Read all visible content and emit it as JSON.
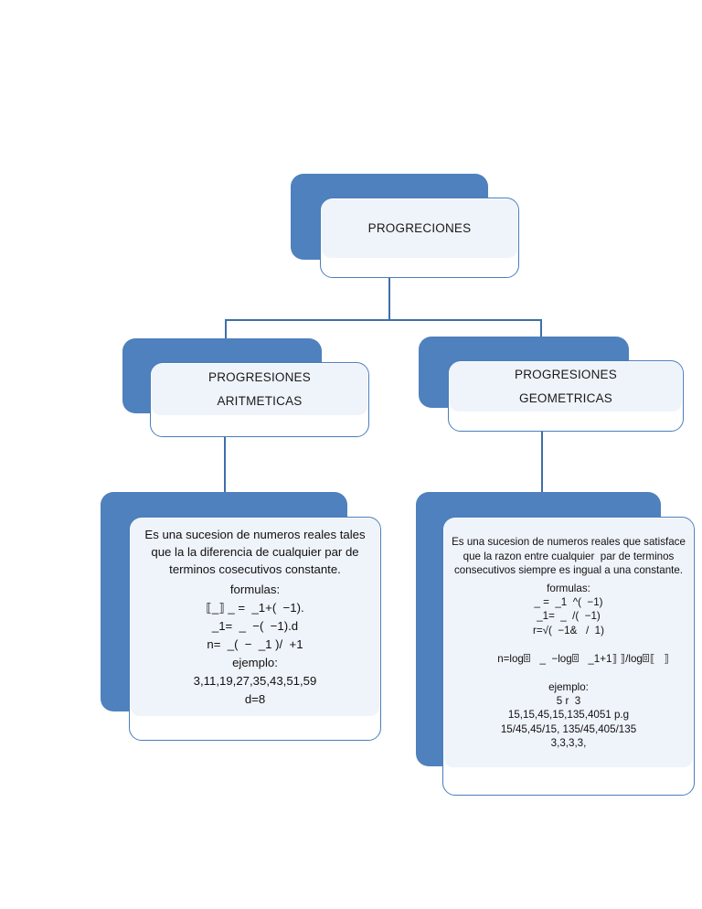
{
  "diagram": {
    "type": "organizational-tree",
    "colors": {
      "shadow_blue": "#4E81BD",
      "card_border": "#4A7EBB",
      "panel_fill": "#EFF3FA",
      "connector": "#3E6FA8",
      "text": "#111111",
      "background": "#FFFFFF"
    },
    "root": {
      "label": "PROGRECIONES"
    },
    "branches": [
      {
        "id": "aritmeticas",
        "title_line1": "PROGRESIONES",
        "title_line2": "ARITMETICAS",
        "detail": {
          "description": "Es una sucesion de numeros reales tales que la la diferencia de cualquier par de terminos cosecutivos constante.",
          "formulas_label": "formulas:",
          "formulas": [
            "⟦_⟧ _ =  _1+(  −1).",
            "_1=  _  −(  −1).d",
            "n=  _(  −  _1 )/  +1"
          ],
          "example_label": "ejemplo:",
          "examples": [
            "3,11,19,27,35,43,51,59",
            "d=8"
          ]
        }
      },
      {
        "id": "geometricas",
        "title_line1": "PROGRESIONES",
        "title_line2": "GEOMETRICAS",
        "detail": {
          "description": "Es una sucesion de numeros reales que satisface que la razon entre cualquier  par de terminos consecutivos siempre es ingual a una constante.",
          "formulas_label": "formulas:",
          "formulas": [
            "_ =  _1  ^(  −1)",
            "_1=  _  /(  −1)",
            "r=√(  −1&   /  1)"
          ],
          "log_formula": {
            "part1": "n=log",
            "part2": "   _  −log",
            "part3": "   _1+1⟧ ⟧/log",
            "part4": "⟦   ⟧"
          },
          "example_label": "ejemplo:",
          "examples": [
            "5 r  3",
            "15,15,45,15,135,4051 p.g",
            "15/45,45/15, 135/45,405/135",
            "3,3,3,3,"
          ]
        }
      }
    ]
  }
}
